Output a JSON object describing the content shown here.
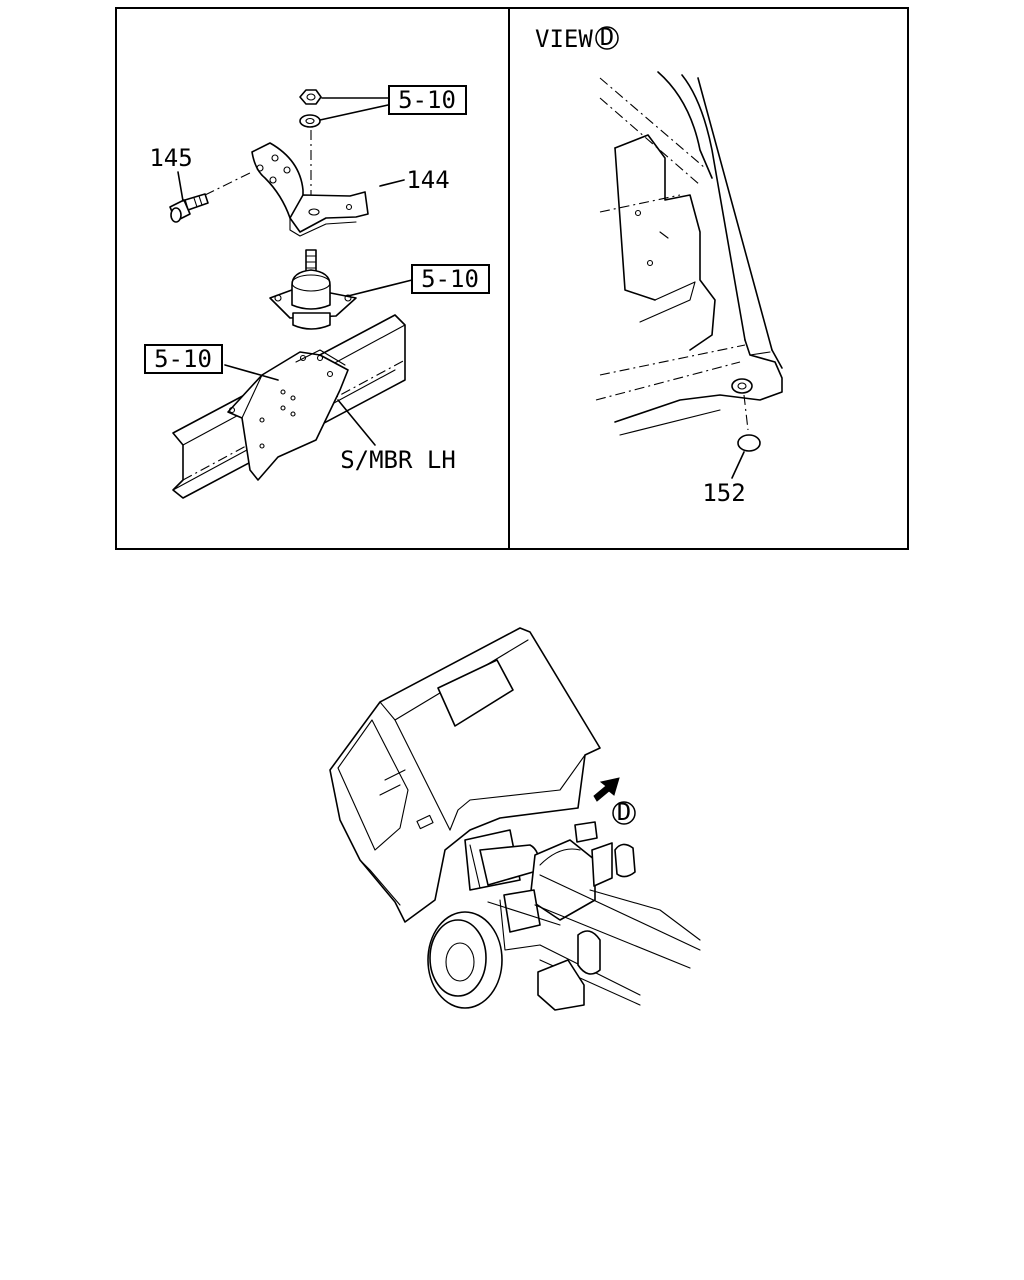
{
  "left_panel": {
    "callouts": [
      {
        "id": "nut_washer_ref",
        "text": "5-10"
      },
      {
        "id": "mount_ref",
        "text": "5-10"
      },
      {
        "id": "bracket_ref",
        "text": "5-10"
      }
    ],
    "labels": [
      {
        "id": "bolt",
        "text": "145"
      },
      {
        "id": "upper_bracket",
        "text": "144"
      },
      {
        "id": "side_member",
        "text": "S/MBR LH"
      }
    ]
  },
  "right_panel": {
    "view_word": "VIEW",
    "view_letter": "D",
    "labels": [
      {
        "id": "plug",
        "text": "152"
      }
    ]
  },
  "truck_view": {
    "direction_letter": "D"
  }
}
